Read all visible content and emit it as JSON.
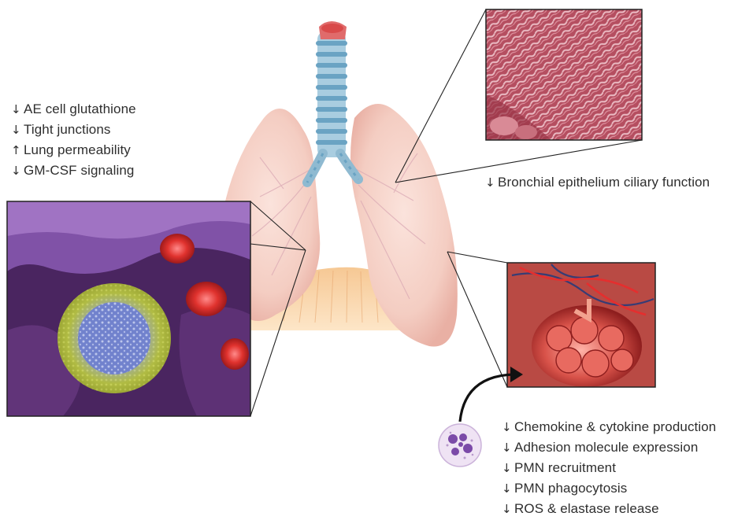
{
  "left_effects": [
    {
      "arrow": "↓",
      "text": "AE cell glutathione"
    },
    {
      "arrow": "↓",
      "text": "Tight junctions"
    },
    {
      "arrow": "↑",
      "text": "Lung permeability"
    },
    {
      "arrow": "↓",
      "text": "GM-CSF signaling"
    }
  ],
  "bronchial_effect": {
    "arrow": "↓",
    "text": "Bronchial epithelium ciliary function"
  },
  "bottom_effects": [
    {
      "arrow": "↓",
      "text": "Chemokine & cytokine production"
    },
    {
      "arrow": "↓",
      "text": "Adhesion molecule expression"
    },
    {
      "arrow": "↓",
      "text": "PMN recruitment"
    },
    {
      "arrow": "↓",
      "text": "PMN phagocytosis"
    },
    {
      "arrow": "↓",
      "text": "ROS & elastase release"
    }
  ],
  "icons": {
    "lungs": "lungs-illustration",
    "alveolar_macrophage": "alveolar-macrophage-micrograph",
    "cilia": "bronchial-cilia-micrograph",
    "alveoli": "alveoli-illustration",
    "neutrophil": "neutrophil-cell-icon"
  },
  "colors": {
    "lung": "#f5cfc4",
    "trachea": "#8fbad1",
    "diaphragm": "#f2c08f",
    "macrophage_bg": "#5a2c6e",
    "cilia_bg": "#b8485a",
    "alveoli_bg": "#c23b3b",
    "text": "#2e2e2e"
  }
}
